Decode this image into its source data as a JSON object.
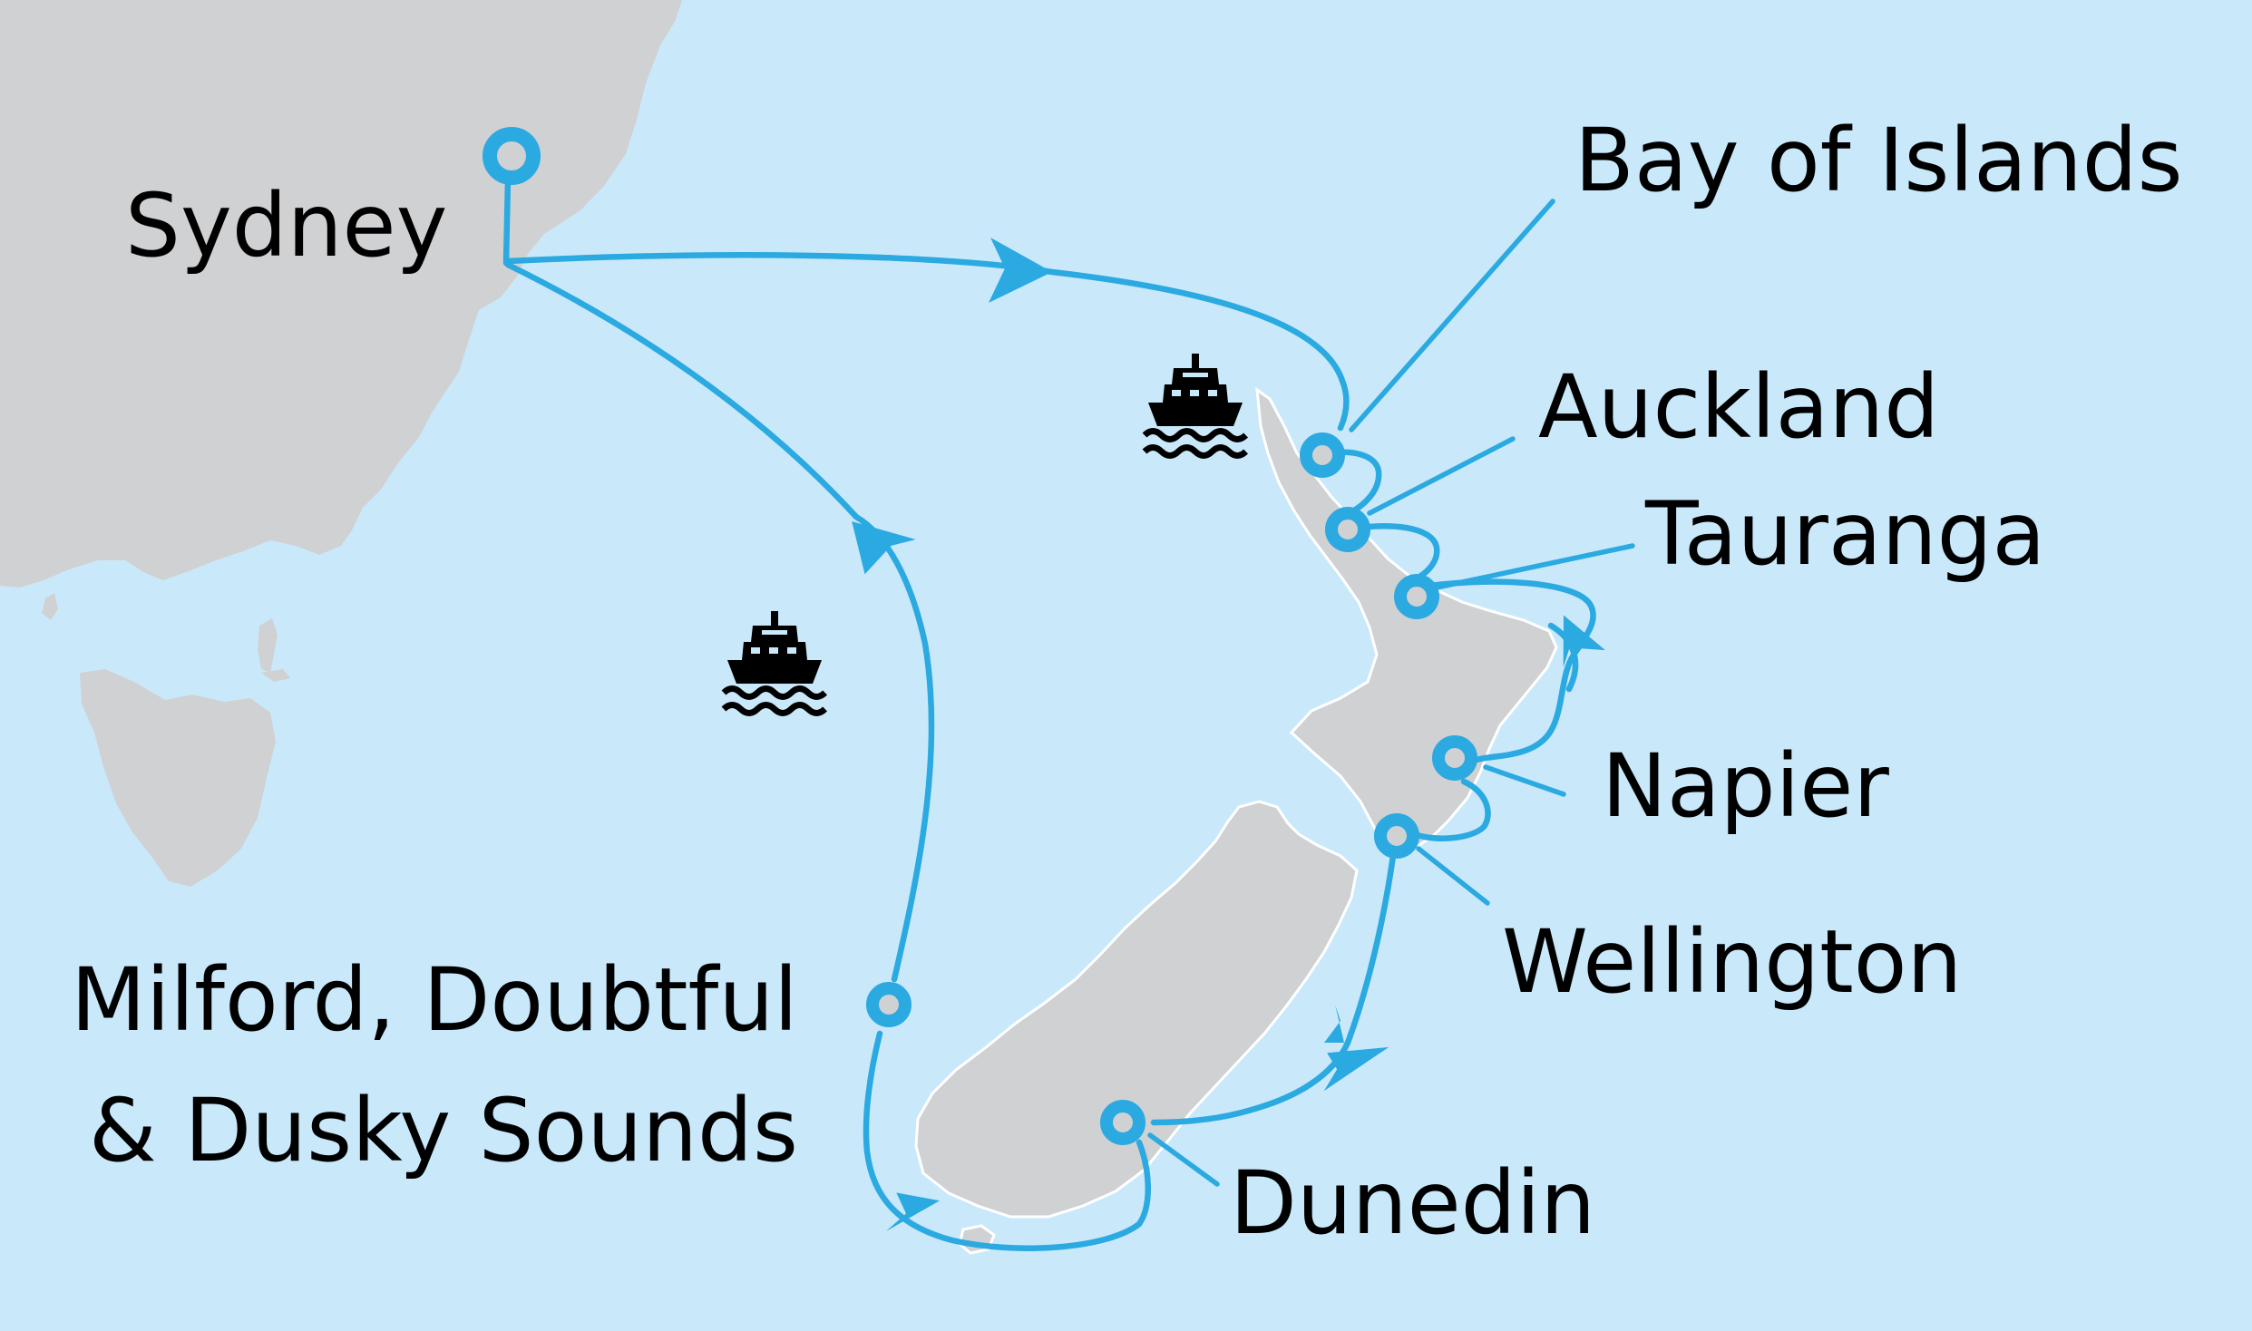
{
  "map": {
    "colors": {
      "sea": "#c9e9fb",
      "land": "#d0d1d3",
      "route": "#2ba9e1",
      "port_marker": "#2ba9e1",
      "port_center": "#d0d1d3",
      "label": "#000000"
    },
    "icons": [
      "cruise-ship-icon",
      "cruise-ship-icon"
    ],
    "ports": {
      "sydney": "Sydney",
      "bay_of_islands": "Bay of Islands",
      "auckland": "Auckland",
      "tauranga": "Tauranga",
      "napier": "Napier",
      "wellington": "Wellington",
      "dunedin": "Dunedin",
      "sounds_line1": "Milford, Doubtful",
      "sounds_line2": "& Dusky Sounds"
    }
  }
}
